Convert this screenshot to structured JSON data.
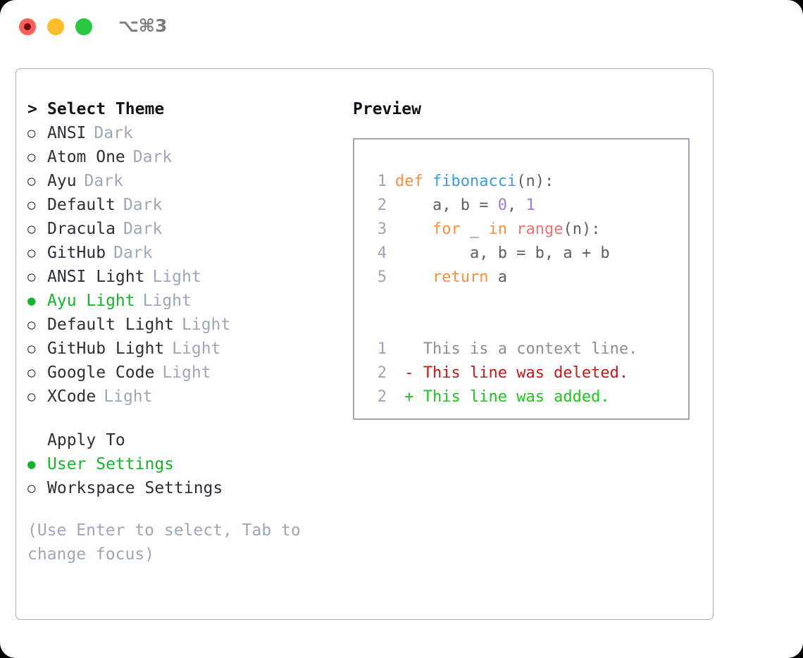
{
  "window": {
    "shortcut": "⌥⌘3",
    "traffic_lights": [
      {
        "name": "close",
        "color": "#fb5f57"
      },
      {
        "name": "minimize",
        "color": "#fdbc2c"
      },
      {
        "name": "maximize",
        "color": "#28c840"
      }
    ]
  },
  "theme_panel": {
    "heading": "Select Theme",
    "caret": ">",
    "bullet_unselected": "○",
    "bullet_selected": "●",
    "items": [
      {
        "label": "ANSI",
        "kind": "Dark",
        "selected": false
      },
      {
        "label": "Atom One",
        "kind": "Dark",
        "selected": false
      },
      {
        "label": "Ayu",
        "kind": "Dark",
        "selected": false
      },
      {
        "label": "Default",
        "kind": "Dark",
        "selected": false
      },
      {
        "label": "Dracula",
        "kind": "Dark",
        "selected": false
      },
      {
        "label": "GitHub",
        "kind": "Dark",
        "selected": false
      },
      {
        "label": "ANSI Light",
        "kind": "Light",
        "selected": false
      },
      {
        "label": "Ayu Light",
        "kind": "Light",
        "selected": true
      },
      {
        "label": "Default Light",
        "kind": "Light",
        "selected": false
      },
      {
        "label": "GitHub Light",
        "kind": "Light",
        "selected": false
      },
      {
        "label": "Google Code",
        "kind": "Light",
        "selected": false
      },
      {
        "label": "XCode",
        "kind": "Light",
        "selected": false
      }
    ]
  },
  "apply_to": {
    "heading": "Apply To",
    "items": [
      {
        "label": "User Settings",
        "selected": true
      },
      {
        "label": "Workspace Settings",
        "selected": false
      }
    ]
  },
  "hint": "(Use Enter to select, Tab to change focus)",
  "preview": {
    "title": "Preview",
    "code_lines": [
      {
        "no": "1",
        "tokens": [
          {
            "t": "def",
            "c": "kw"
          },
          {
            "t": " ",
            "c": "txt"
          },
          {
            "t": "fibonacci",
            "c": "fn"
          },
          {
            "t": "(n):",
            "c": "txt"
          }
        ]
      },
      {
        "no": "2",
        "tokens": [
          {
            "t": "    a, b = ",
            "c": "txt"
          },
          {
            "t": "0",
            "c": "num"
          },
          {
            "t": ", ",
            "c": "txt"
          },
          {
            "t": "1",
            "c": "num"
          }
        ]
      },
      {
        "no": "3",
        "tokens": [
          {
            "t": "    ",
            "c": "txt"
          },
          {
            "t": "for",
            "c": "kw"
          },
          {
            "t": " _ ",
            "c": "txt"
          },
          {
            "t": "in",
            "c": "kw"
          },
          {
            "t": " ",
            "c": "txt"
          },
          {
            "t": "range",
            "c": "bi"
          },
          {
            "t": "(n):",
            "c": "txt"
          }
        ]
      },
      {
        "no": "4",
        "tokens": [
          {
            "t": "        a, b = b, a + b",
            "c": "txt"
          }
        ]
      },
      {
        "no": "5",
        "tokens": [
          {
            "t": "    ",
            "c": "txt"
          },
          {
            "t": "return",
            "c": "kw"
          },
          {
            "t": " a",
            "c": "txt"
          }
        ]
      }
    ],
    "diff_lines": [
      {
        "no": "1",
        "marker": " ",
        "text": "This is a context line.",
        "kind": "ctx"
      },
      {
        "no": "2",
        "marker": "-",
        "text": "This line was deleted.",
        "kind": "del"
      },
      {
        "no": "2",
        "marker": "+",
        "text": "This line was added.",
        "kind": "add"
      }
    ]
  },
  "colors": {
    "accent_green": "#18b32c",
    "muted": "#9ca7b8",
    "border": "#9ba5b5",
    "card_border": "#a8b0bf",
    "syntax_keyword": "#fa8d3e",
    "syntax_function": "#399ee6",
    "syntax_number": "#a37acc",
    "syntax_builtin": "#f07171",
    "diff_added": "#19c819",
    "diff_deleted": "#cc1414"
  }
}
